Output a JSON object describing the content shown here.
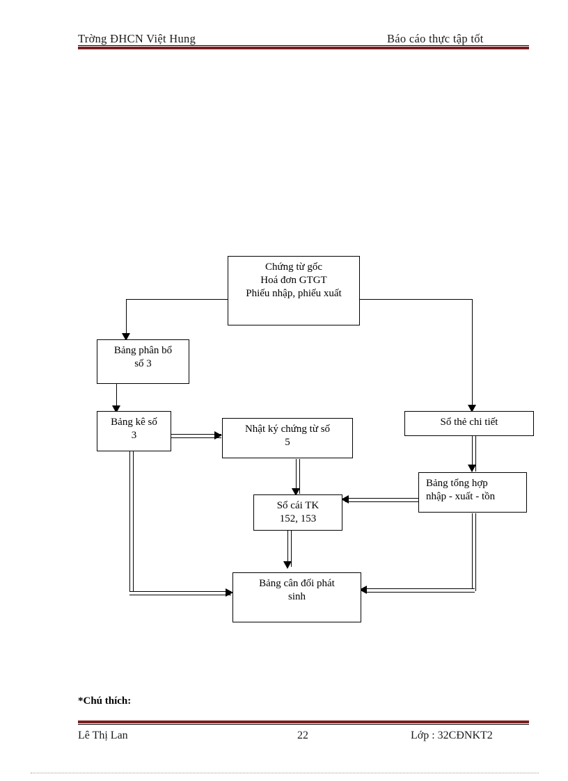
{
  "header": {
    "left": "Trờng  ĐHCN Việt Hung",
    "right": "Báo cáo thực tập tốt",
    "rule_color": "#7a1f1f"
  },
  "diagram": {
    "title": "",
    "nodes": [
      {
        "id": "chung-tu-goc",
        "label": "Chứng từ gốc\nHoá đơn GTGT\nPhiếu nhập, phiếu xuất"
      },
      {
        "id": "bang-phan-bo-so-3",
        "label": "Bảng phân bổ\nsố 3"
      },
      {
        "id": "bang-ke-so-3",
        "label": "Bảng kê số\n3"
      },
      {
        "id": "nhat-ky-chung-tu-so-5",
        "label": "Nhật ký chứng từ số\n5"
      },
      {
        "id": "so-the-chi-tiet",
        "label": "Sổ thẻ chi tiết"
      },
      {
        "id": "bang-tong-hop",
        "label": "Bảng tổng hợp\nnhập -  xuất - tồn"
      },
      {
        "id": "so-cai-tk",
        "label": "Sổ cái TK\n152, 153"
      },
      {
        "id": "bang-can-doi",
        "label": "Bảng cân đối phát\nsinh"
      }
    ]
  },
  "note": {
    "label": "*Chú thích:"
  },
  "footer": {
    "author": "Lê Thị Lan",
    "page_number": "22",
    "class": "Lớp : 32CĐNKT2",
    "rule_color": "#7a1f1f"
  }
}
